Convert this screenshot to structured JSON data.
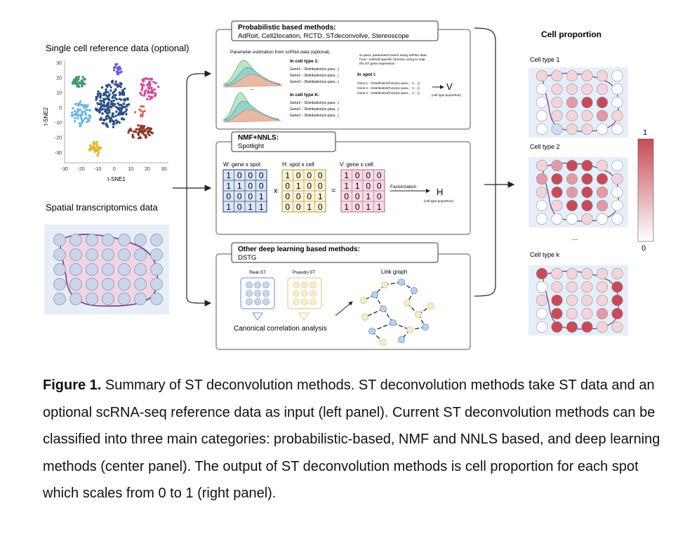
{
  "left": {
    "sc_title": "Single cell reference data (optional)",
    "yticks": [
      "30",
      "20",
      "10",
      "0",
      "-10",
      "-20",
      "-30"
    ],
    "xticks": [
      "-30",
      "-20",
      "-10",
      "0",
      "10",
      "20",
      "30"
    ],
    "ylabel": "t-SNE2",
    "xlabel": "t-SNE1",
    "st_title": "Spatial transcriptomics data"
  },
  "prob": {
    "title": "Probabilistic based methods:",
    "methods": "AdRoit, Cell2location, RCTD, STdeconvolve, Stereoscope",
    "param_caption": "Parameter estimation from scRNA data (optional)",
    "cell1": "In cell type 1:",
    "cellK": "In cell type K:",
    "genes1": [
      "Gene1 – Distribution(sc-para...)",
      "Gene2 – Distribution(sc-para...)",
      "Gene3 – Distribution(sc-para...)"
    ],
    "genesK": [
      "Gene1 – Distribution(sc-para...)",
      "Gene2 – Distribution(sc-para...)",
      "Gene3 – Distribution(sc-para...)"
    ],
    "dots": "...",
    "note1": "sc-para: parameters learnt using scRNA data",
    "note2": "Func: method-specific function using to map",
    "note3": "the ST gene expression",
    "spot": "In spot i:",
    "spot_genes": [
      "Gene 1 – Distribution(Func(sc-para..., V…))",
      "Gene 2 – Distribution(Func(sc-para..., V…))",
      "Gene 3 – Distribution(Func(sc-para..., V…))"
    ],
    "V": "V",
    "v_caption": "(cell type proportion)"
  },
  "nmf": {
    "title": "NMF+NNLS:",
    "method": "Spotlight",
    "W_label": "W: gene x spot",
    "H_label": "H: spot x cell",
    "V_label": "V: gene x cell",
    "W": [
      "1 0 0 0",
      "1 1 0 0",
      "0 0 0 1",
      "1 0 1 1"
    ],
    "H": [
      "1 0 0 0",
      "0 1 0 0",
      "0 0 0 1",
      "0 0 1 0"
    ],
    "V": [
      "1 0 0 0",
      "1 1 0 0",
      "0 0 1 0",
      "1 0 1 1"
    ],
    "times": "x",
    "equals": "=",
    "factorization": "Factorization",
    "H_out": "H",
    "H_caption": "(cell type proportion)"
  },
  "deep": {
    "title": "Other deep learning based methods:",
    "method": "DSTG",
    "real": "Real-ST",
    "pseudo": "Pseudo-ST",
    "cca": "Canonical correlation analysis",
    "link": "Link graph"
  },
  "right": {
    "title": "Cell proportion",
    "ct1": "Cell type 1",
    "ct2": "Cell type 2",
    "dots": "...",
    "ctk": "Cell type k",
    "scale_max": "1",
    "scale_min": "0"
  },
  "caption": {
    "label": "Figure 1.",
    "text": " Summary of ST deconvolution methods. ST deconvolution methods take ST data and an optional scRNA-seq reference data as input (left panel). Current ST deconvolution methods can be classified into three main categories: probabilistic-based, NMF and NNLS based, and deep learning methods (center panel). The output of ST deconvolution methods is cell proportion for each spot which scales from 0 to 1 (right panel)."
  }
}
